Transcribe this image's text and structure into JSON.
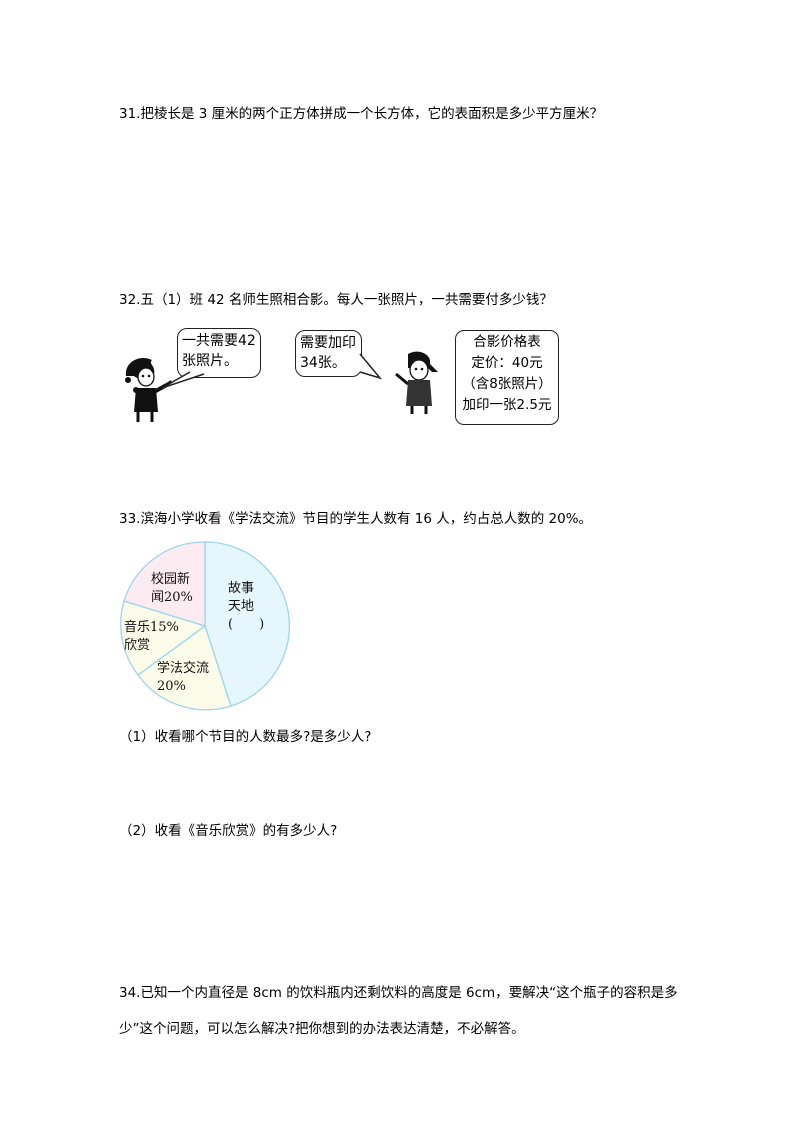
{
  "questions": {
    "q31": {
      "text": "31.把棱长是 3 厘米的两个正方体拼成一个长方体，它的表面积是多少平方厘米？"
    },
    "q32": {
      "text": "32.五（1）班 42 名师生照相合影。每人一张照片，一共需要付多少钱？",
      "illustration": {
        "bubble_left": {
          "line1": "一共需要42",
          "line2": "张照片。"
        },
        "bubble_middle": {
          "line1": "需要加印",
          "line2": "34张。"
        },
        "price_table": {
          "title": "合影价格表",
          "line1": "定价：40元",
          "line2": "（含8张照片）",
          "line3": "加印一张2.5元"
        }
      }
    },
    "q33": {
      "text": "33.滨海小学收看《学法交流》节目的学生人数有 16 人，约占总人数的 20%。",
      "pie_labels": {
        "story": {
          "line1": "故事",
          "line2": "天地",
          "line3": "(　　)"
        },
        "campus": {
          "line1": "校园新",
          "line2": "闻20%"
        },
        "music": {
          "line1": "音乐15%",
          "line2": "欣赏"
        },
        "study": {
          "line1": "学法交流",
          "line2": "20%"
        }
      },
      "sub1": "（1）收看哪个节目的人数最多?是多少人?",
      "sub2": "（2）收看《音乐欣赏》的有多少人?"
    },
    "q34": {
      "text": "34.已知一个内直径是 8cm 的饮料瓶内还剩饮料的高度是 6cm，要解决“这个瓶子的容积是多少”这个问题，可以怎么解决?把你想到的办法表达清楚，不必解答。"
    }
  },
  "chart_data": {
    "type": "pie",
    "title": "",
    "categories": [
      "故事天地",
      "学法交流",
      "音乐欣赏",
      "校园新闻"
    ],
    "values": [
      45,
      20,
      15,
      20
    ],
    "labels": [
      "故事天地 (　)",
      "学法交流 20%",
      "音乐欣赏 15%",
      "校园新闻 20%"
    ],
    "colors": [
      "#e6f6fd",
      "#fafbe8",
      "#fafbe8",
      "#fcebf1"
    ],
    "edge_color": "#9fd3ef",
    "legend": "none"
  }
}
